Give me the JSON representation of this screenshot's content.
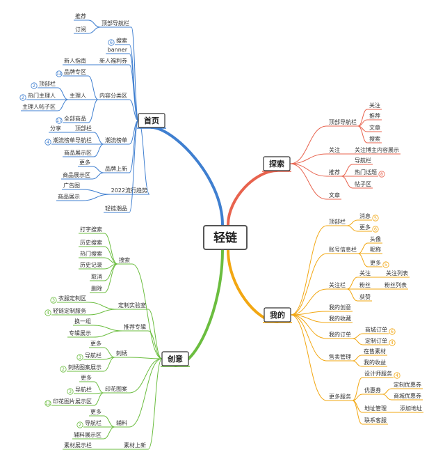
{
  "center": "轻链",
  "colors": {
    "home": "#3f7fd0",
    "explore": "#e8634e",
    "mine": "#f2a712",
    "create": "#6bbd3f"
  },
  "branches": {
    "home": {
      "label": "首页",
      "nodes": [
        {
          "label": "顶部导航栏",
          "children": [
            {
              "label": "推荐"
            },
            {
              "label": "订阅"
            }
          ]
        },
        {
          "label": "搜索",
          "badge": "6"
        },
        {
          "label": "banner"
        },
        {
          "label": "新人福利券",
          "children": [
            {
              "label": "新人指南"
            }
          ]
        },
        {
          "label": "内容分类区",
          "children": [
            {
              "label": "品牌专区",
              "badge": "14"
            },
            {
              "label": "主理人",
              "children": [
                {
                  "label": "顶部栏",
                  "badge": "2"
                },
                {
                  "label": "热门主理人",
                  "badge": "2"
                },
                {
                  "label": "主理人帖子区"
                }
              ]
            },
            {
              "label": "全部商品",
              "badge": "17"
            }
          ]
        },
        {
          "label": "潮流榜单",
          "children": [
            {
              "label": "顶部栏",
              "children": [
                {
                  "label": "分享"
                }
              ]
            },
            {
              "label": "潮流榜单导航栏",
              "badge": "4"
            },
            {
              "label": "商品展示区"
            }
          ]
        },
        {
          "label": "品牌上新",
          "children": [
            {
              "label": "更多"
            },
            {
              "label": "商品展示区"
            }
          ]
        },
        {
          "label": "2022流行趋势",
          "children": [
            {
              "label": "广告图"
            },
            {
              "label": "商品展示"
            }
          ]
        },
        {
          "label": "轻链潮品"
        }
      ]
    },
    "explore": {
      "label": "探索",
      "nodes": [
        {
          "label": "顶部导航栏",
          "children": [
            {
              "label": "关注"
            },
            {
              "label": "推荐"
            },
            {
              "label": "文章"
            },
            {
              "label": "搜索"
            }
          ]
        },
        {
          "label": "关注",
          "children": [
            {
              "label": "关注博主内容展示"
            }
          ]
        },
        {
          "label": "推荐",
          "children": [
            {
              "label": "导航栏"
            },
            {
              "label": "热门话题",
              "badge": "8"
            },
            {
              "label": "帖子区"
            }
          ]
        },
        {
          "label": "文章"
        }
      ]
    },
    "mine": {
      "label": "我的",
      "nodes": [
        {
          "label": "顶部栏",
          "children": [
            {
              "label": "消息",
              "badge": "5"
            },
            {
              "label": "更多",
              "badge": "6"
            }
          ]
        },
        {
          "label": "账号信息栏",
          "children": [
            {
              "label": "头像"
            },
            {
              "label": "昵称"
            },
            {
              "label": "更多",
              "badge": "5"
            }
          ]
        },
        {
          "label": "关注栏",
          "children": [
            {
              "label": "关注",
              "children": [
                {
                  "label": "关注列表"
                }
              ]
            },
            {
              "label": "粉丝",
              "children": [
                {
                  "label": "粉丝列表"
                }
              ]
            },
            {
              "label": "获赞"
            }
          ]
        },
        {
          "label": "我的创意"
        },
        {
          "label": "我的收藏"
        },
        {
          "label": "我的订单",
          "children": [
            {
              "label": "商城订单",
              "badge": "6"
            },
            {
              "label": "定制订单",
              "badge": "4"
            }
          ]
        },
        {
          "label": "售卖管理",
          "children": [
            {
              "label": "在售素材"
            },
            {
              "label": "我的收益"
            }
          ]
        },
        {
          "label": "更多服务",
          "children": [
            {
              "label": "设计师服务",
              "badge": "4"
            },
            {
              "label": "优惠券",
              "children": [
                {
                  "label": "定制优惠券"
                },
                {
                  "label": "商城优惠券"
                }
              ]
            },
            {
              "label": "地址管理",
              "children": [
                {
                  "label": "添加地址"
                }
              ]
            },
            {
              "label": "联系客服"
            }
          ]
        }
      ]
    },
    "create": {
      "label": "创意",
      "nodes": [
        {
          "label": "搜索",
          "children": [
            {
              "label": "打字搜索"
            },
            {
              "label": "历史搜索"
            },
            {
              "label": "热门搜索"
            },
            {
              "label": "历史记录"
            },
            {
              "label": "取消"
            },
            {
              "label": "删除"
            }
          ]
        },
        {
          "label": "定制实验室",
          "children": [
            {
              "label": "衣服定制区",
              "badge": "3"
            },
            {
              "label": "轻链定制服务",
              "badge": "4"
            }
          ]
        },
        {
          "label": "推荐专辑",
          "children": [
            {
              "label": "换一组"
            },
            {
              "label": "专辑展示"
            }
          ]
        },
        {
          "label": "刺绣",
          "children": [
            {
              "label": "更多"
            },
            {
              "label": "导航栏",
              "badge": "3"
            },
            {
              "label": "刺绣图案展示",
              "badge": "2"
            }
          ]
        },
        {
          "label": "印花图案",
          "children": [
            {
              "label": "更多"
            },
            {
              "label": "导航栏",
              "badge": "3"
            },
            {
              "label": "印花图片展示区",
              "badge": "12"
            }
          ]
        },
        {
          "label": "辅料",
          "children": [
            {
              "label": "更多"
            },
            {
              "label": "导航栏",
              "badge": "2"
            },
            {
              "label": "辅料展示区"
            }
          ]
        },
        {
          "label": "素材上新",
          "children": [
            {
              "label": "素材展示栏"
            }
          ]
        }
      ]
    }
  }
}
